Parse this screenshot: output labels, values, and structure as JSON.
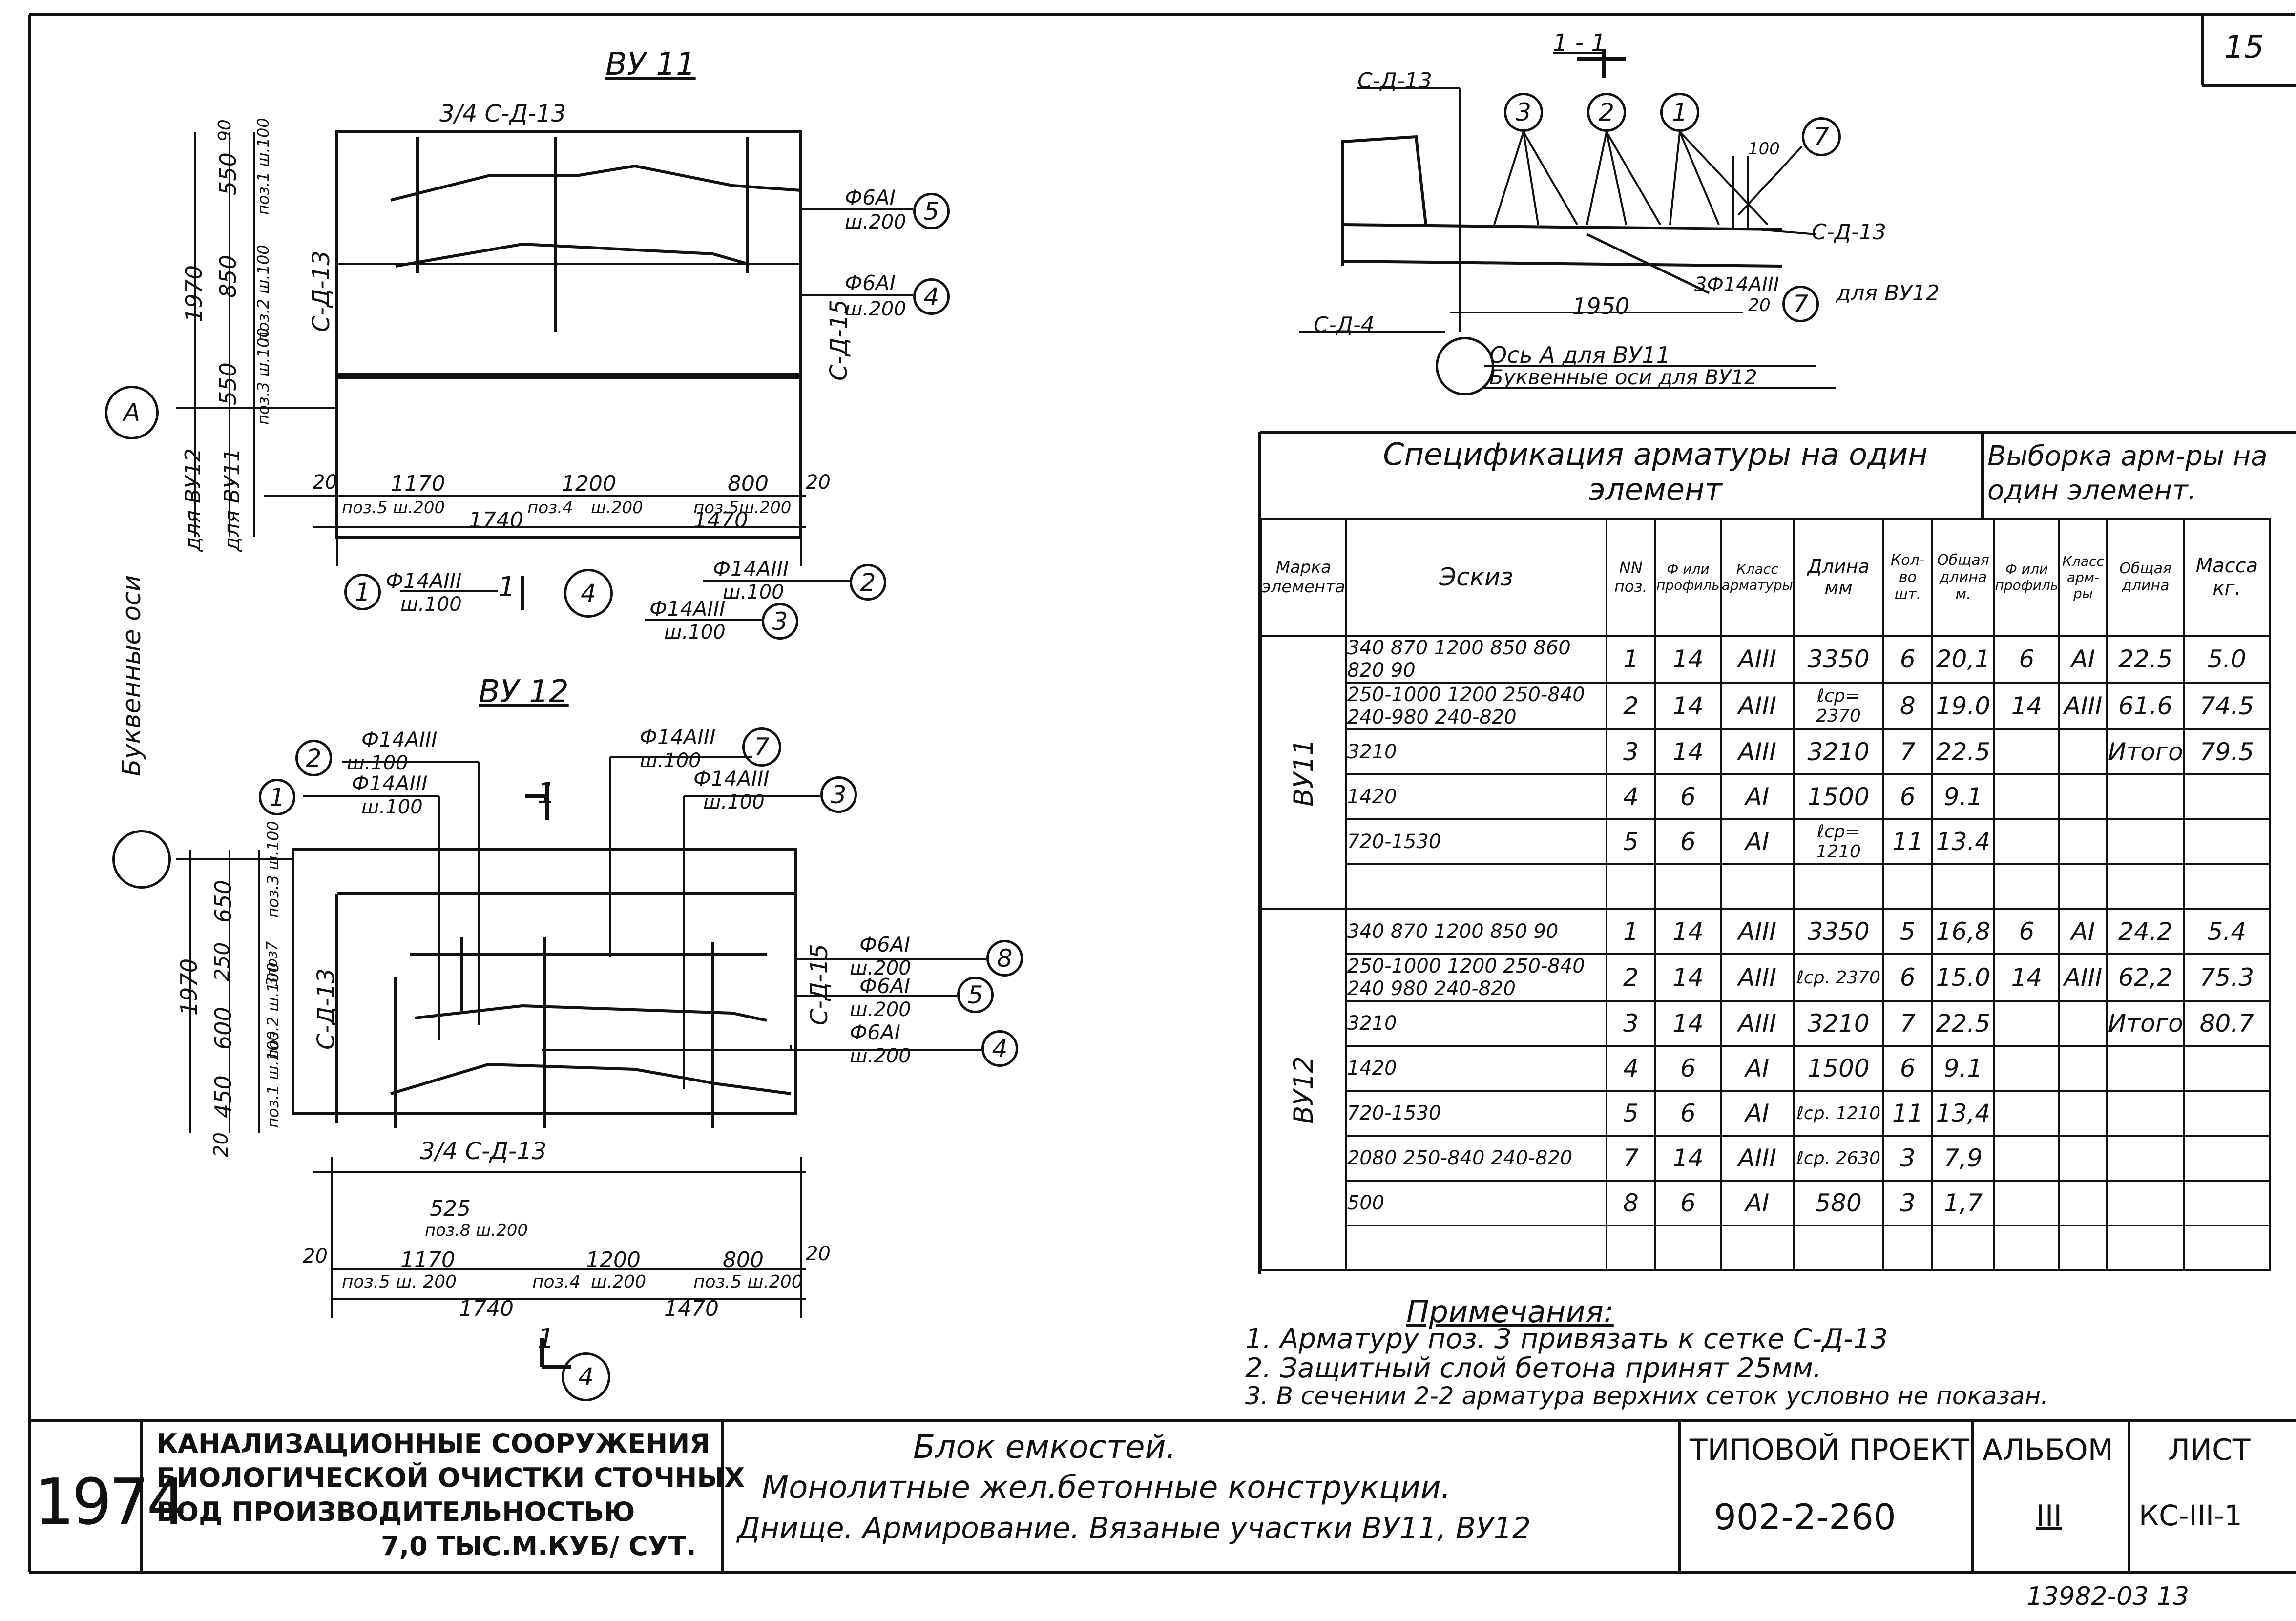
{
  "page": {
    "sheet_number": "15",
    "footer_code": "13982-03  13"
  },
  "drawing_vu11": {
    "title": "ВУ 11",
    "sheet_label": "3/4 С-Д-13",
    "left_mesh": "С-Д-13",
    "right_mesh": "С-Д-15",
    "dims_vertical": [
      "550",
      "850",
      "550",
      "1970",
      "90"
    ],
    "zone_labels": [
      "поз.1 ш.100",
      "поз.2 ш.100",
      "поз.3 ш.100"
    ],
    "axis_labels": [
      "для ВУ12",
      "для ВУ11"
    ],
    "axis": "А",
    "bottom_dims": [
      "20",
      "1170",
      "1200",
      "800",
      "20",
      "1740",
      "1470"
    ],
    "bottom_labels": [
      "поз.5 ш.200",
      "поз.4",
      "ш.200",
      "поз.5ш.200"
    ],
    "callouts": [
      {
        "num": "5",
        "text1": "Ф6АI",
        "text2": "ш.200"
      },
      {
        "num": "4",
        "text1": "Ф6АI",
        "text2": "ш.200"
      },
      {
        "num": "1",
        "text1": "Ф14АIII",
        "text2": "ш.100"
      },
      {
        "num": "2",
        "text1": "Ф14АIII",
        "text2": "ш.100"
      },
      {
        "num": "3",
        "text1": "Ф14АIII",
        "text2": "ш.100"
      }
    ],
    "section_mark": "1",
    "section_ref": "4"
  },
  "drawing_vu12": {
    "title": "ВУ 12",
    "letter_axes": "Буквенные оси",
    "left_mesh": "С-Д-13",
    "right_mesh": "С-Д-15",
    "top_mesh": "3/4 С-Д-13",
    "dims_vertical": [
      "650",
      "250",
      "600",
      "450",
      "1970",
      "20"
    ],
    "zone_labels": [
      "поз.3 ш.100",
      "3поз7",
      "поз.2 ш.100",
      "поз.1 ш.100"
    ],
    "callouts": [
      {
        "num": "2",
        "text1": "Ф14АIII",
        "text2": "ш.100"
      },
      {
        "num": "1",
        "text1": "Ф14АIII",
        "text2": "ш.100"
      },
      {
        "num": "7",
        "text1": "Ф14АIII",
        "text2": "ш.100"
      },
      {
        "num": "3",
        "text1": "Ф14АIII",
        "text2": "ш.100"
      },
      {
        "num": "8",
        "text1": "Ф6АI",
        "text2": "ш.200"
      },
      {
        "num": "5",
        "text1": "Ф6АI",
        "text2": "ш.200"
      },
      {
        "num": "4",
        "text1": "Ф6АI",
        "text2": "ш.200"
      }
    ],
    "bottom_dims": [
      "525",
      "поз.8 ш.200",
      "20",
      "1170",
      "1200",
      "800",
      "20",
      "1740",
      "1470"
    ],
    "bottom_labels": [
      "поз.5 ш. 200",
      "поз.4",
      "ш.200",
      "поз.5 ш.200"
    ],
    "section_mark": "1",
    "section_ref": "4"
  },
  "section": {
    "title": "1 - 1",
    "labels": [
      "С-Д-13",
      "С-Д-13",
      "С-Д-4",
      "3Ф14АIII",
      "для ВУ12",
      "1950",
      "20",
      "100"
    ],
    "callouts": [
      "3",
      "2",
      "1",
      "7",
      "7"
    ],
    "axis_text1": "Ось А для ВУ11",
    "axis_text2": "Буквенные оси для ВУ12"
  },
  "spec": {
    "title_left": "Спецификация арматуры на один элемент",
    "title_right": "Выборка арм-ры на один элемент.",
    "headers": [
      "Марка элемента",
      "Эскиз",
      "NN поз.",
      "Ф или профиль",
      "Класс арматуры",
      "Длина мм",
      "Кол-во шт.",
      "Общая длина м.",
      "Ф или профиль",
      "Класс арм-ры",
      "Общая длина",
      "Масса кг."
    ],
    "groups": [
      {
        "mark": "ВУ11",
        "rows": [
          {
            "sketch": "340 870 1200 850 860 820 90",
            "pos": "1",
            "d": "14",
            "cls": "АIII",
            "len": "3350",
            "qty": "6",
            "total": "20,1",
            "d2": "6",
            "cls2": "АI",
            "tl": "22.5",
            "mass": "5.0"
          },
          {
            "sketch": "250-1000 1200 250-840 240-980 240-820",
            "pos": "2",
            "d": "14",
            "cls": "АIII",
            "len": "ℓср= 2370",
            "qty": "8",
            "total": "19.0",
            "d2": "14",
            "cls2": "АIII",
            "tl": "61.6",
            "mass": "74.5"
          },
          {
            "sketch": "3210",
            "pos": "3",
            "d": "14",
            "cls": "АIII",
            "len": "3210",
            "qty": "7",
            "total": "22.5",
            "d2": "",
            "cls2": "",
            "tl": "Итого",
            "mass": "79.5"
          },
          {
            "sketch": "1420",
            "pos": "4",
            "d": "6",
            "cls": "АI",
            "len": "1500",
            "qty": "6",
            "total": "9.1",
            "d2": "",
            "cls2": "",
            "tl": "",
            "mass": ""
          },
          {
            "sketch": "720-1530",
            "pos": "5",
            "d": "6",
            "cls": "АI",
            "len": "ℓср= 1210",
            "qty": "11",
            "total": "13.4",
            "d2": "",
            "cls2": "",
            "tl": "",
            "mass": ""
          },
          {
            "sketch": "",
            "pos": "",
            "d": "",
            "cls": "",
            "len": "",
            "qty": "",
            "total": "",
            "d2": "",
            "cls2": "",
            "tl": "",
            "mass": ""
          }
        ]
      },
      {
        "mark": "ВУ12",
        "rows": [
          {
            "sketch": "340 870 1200 850 90",
            "pos": "1",
            "d": "14",
            "cls": "АIII",
            "len": "3350",
            "qty": "5",
            "total": "16,8",
            "d2": "6",
            "cls2": "АI",
            "tl": "24.2",
            "mass": "5.4"
          },
          {
            "sketch": "250-1000 1200 250-840 240 980 240-820",
            "pos": "2",
            "d": "14",
            "cls": "АIII",
            "len": "ℓср. 2370",
            "qty": "6",
            "total": "15.0",
            "d2": "14",
            "cls2": "АIII",
            "tl": "62,2",
            "mass": "75.3"
          },
          {
            "sketch": "3210",
            "pos": "3",
            "d": "14",
            "cls": "АIII",
            "len": "3210",
            "qty": "7",
            "total": "22.5",
            "d2": "",
            "cls2": "",
            "tl": "Итого",
            "mass": "80.7"
          },
          {
            "sketch": "1420",
            "pos": "4",
            "d": "6",
            "cls": "АI",
            "len": "1500",
            "qty": "6",
            "total": "9.1",
            "d2": "",
            "cls2": "",
            "tl": "",
            "mass": ""
          },
          {
            "sketch": "720-1530",
            "pos": "5",
            "d": "6",
            "cls": "АI",
            "len": "ℓср. 1210",
            "qty": "11",
            "total": "13,4",
            "d2": "",
            "cls2": "",
            "tl": "",
            "mass": ""
          },
          {
            "sketch": "2080 250-840 240-820",
            "pos": "7",
            "d": "14",
            "cls": "АIII",
            "len": "ℓср. 2630",
            "qty": "3",
            "total": "7,9",
            "d2": "",
            "cls2": "",
            "tl": "",
            "mass": ""
          },
          {
            "sketch": "500",
            "pos": "8",
            "d": "6",
            "cls": "АI",
            "len": "580",
            "qty": "3",
            "total": "1,7",
            "d2": "",
            "cls2": "",
            "tl": "",
            "mass": ""
          },
          {
            "sketch": "",
            "pos": "",
            "d": "",
            "cls": "",
            "len": "",
            "qty": "",
            "total": "",
            "d2": "",
            "cls2": "",
            "tl": "",
            "mass": ""
          }
        ]
      }
    ]
  },
  "notes": {
    "title": "Примечания:",
    "items": [
      "1. Арматуру поз. 3 привязать к сетке С-Д-13",
      "2. Защитный слой бетона принят 25мм.",
      "3. В сечении 2-2 арматура верхних сеток условно не показан."
    ]
  },
  "title_block": {
    "year": "1974",
    "org_line1": "КАНАЛИЗАЦИОННЫЕ СООРУЖЕНИЯ",
    "org_line2": "БИОЛОГИЧЕСКОЙ ОЧИСТКИ СТОЧНЫХ",
    "org_line3": "ВОД ПРОИЗВОДИТЕЛЬНОСТЬЮ",
    "org_line4": "7,0 ТЫС.М.КУБ/ СУТ.",
    "desc_line1": "Блок емкостей.",
    "desc_line2": "Монолитные жел.бетонные конструкции.",
    "desc_line3": "Днище. Армирование. Вязаные участки ВУ11, ВУ12",
    "project_label": "ТИПОВОЙ ПРОЕКТ",
    "project_number": "902-2-260",
    "album_label": "АЛЬБОМ",
    "album_number": "III",
    "sheet_label": "ЛИСТ",
    "sheet_code": "КС-III-1"
  }
}
